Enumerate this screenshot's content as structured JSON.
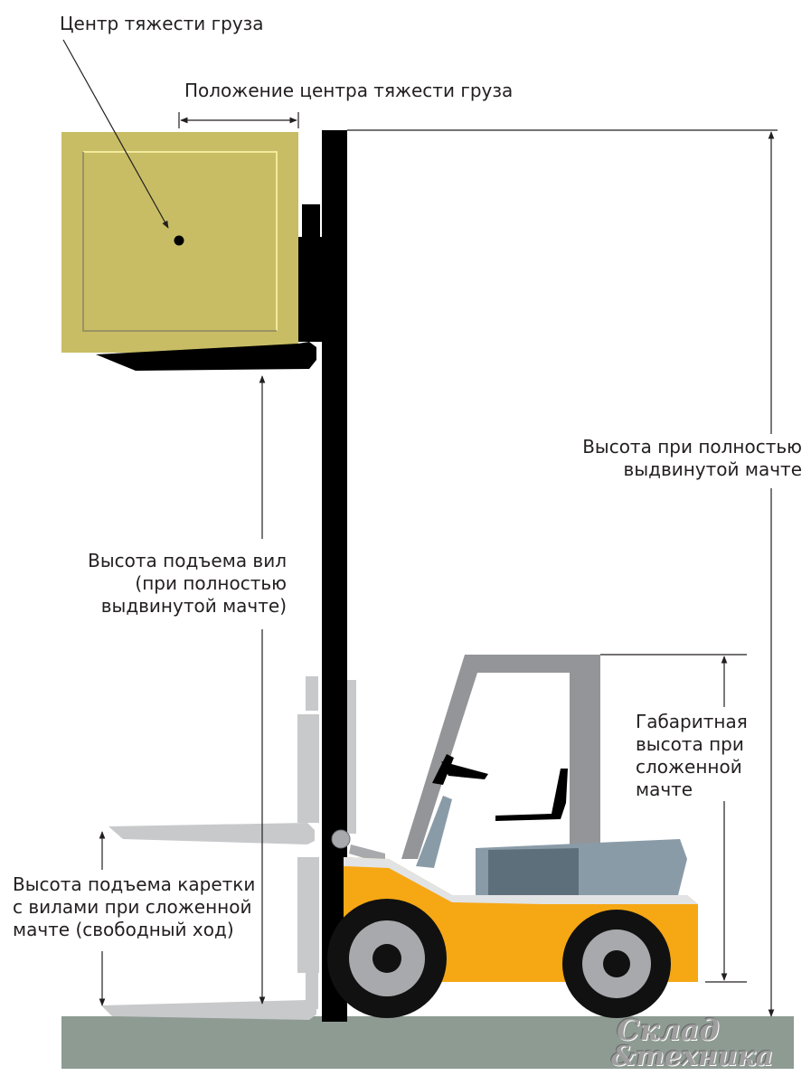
{
  "labels": {
    "load_cg": "Центр тяжести груза",
    "cg_position": "Положение центра тяжести груза",
    "height_extended": [
      "Высота при полностью",
      "выдвинутой мачте"
    ],
    "fork_lift_height": [
      "Высота подъема вил",
      "(при полностью",
      "выдвинутой мачте)"
    ],
    "overall_height_lowered": [
      "Габаритная",
      "высота при",
      "сложенной",
      "мачте"
    ],
    "free_lift": [
      "Высота подъема каретки",
      "с вилами при сложенной",
      "мачте (свободный ход)"
    ]
  },
  "logo": {
    "line1": "Склад",
    "line2": "&техника"
  },
  "colors": {
    "load": "#c8bd64",
    "load_inner": "#f2ea9c",
    "mast": "#000000",
    "body": "#f6a714",
    "cab_frame": "#939598",
    "seat_area": "#8a9ba8",
    "ghost_forks": "#c8c9cb",
    "floor": "#8e9b93",
    "wheel_tire": "#111111",
    "wheel_rim": "#a7a9ac"
  }
}
